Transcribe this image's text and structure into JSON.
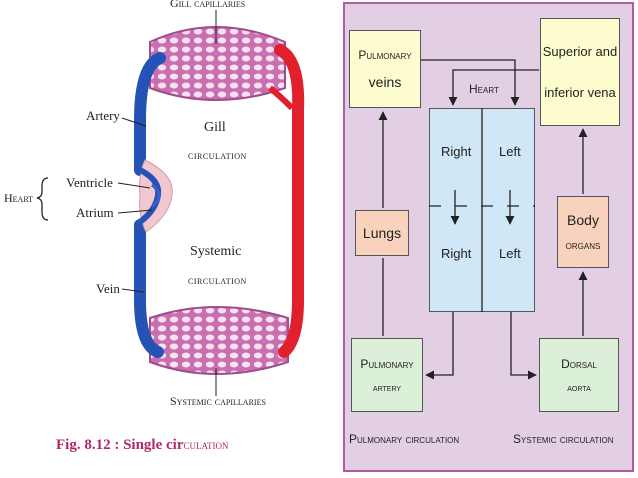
{
  "left_diagram": {
    "gill_capillaries": "Gill capillaries",
    "artery": "Artery",
    "gill_circulation_1": "Gill",
    "gill_circulation_2": "circulation",
    "heart": "Heart",
    "ventricle": "Ventricle",
    "atrium": "Atrium",
    "systemic_circulation_1": "Systemic",
    "systemic_circulation_2": "circulation",
    "vein": "Vein",
    "systemic_capillaries": "Systemic capillaries",
    "caption_fig": "Fig. 8.12 : Single cir",
    "caption_rest": "culation"
  },
  "right_diagram": {
    "pulmonary_veins_1": "Pulmonary",
    "pulmonary_veins_2": "veins",
    "vena_cava_1": "Superior and",
    "vena_cava_2": "inferior vena",
    "heart": "Heart",
    "right_top": "Right",
    "left_top": "Left",
    "right_bottom": "Right",
    "left_bottom": "Left",
    "lungs": "Lungs",
    "body_organs_1": "Body",
    "body_organs_2": "organs",
    "pulmonary_artery_1": "Pulmonary",
    "pulmonary_artery_2": "artery",
    "dorsal_aorta_1": "Dorsal",
    "dorsal_aorta_2": "aorta",
    "pulmonary_circulation": "Pulmonary circulation",
    "systemic_circulation": "Systemic circulation"
  },
  "colors": {
    "artery_blue": "#2452b5",
    "vessel_red": "#e0202c",
    "capillary_pink": "#c96fb0",
    "panel_bg": "#e3cfe3",
    "panel_border": "#b35aa6",
    "caption": "#b0296a"
  }
}
